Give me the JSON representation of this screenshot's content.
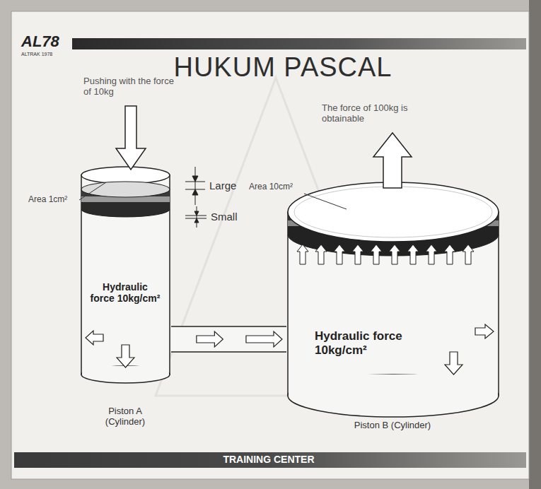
{
  "diagram": {
    "title": "HUKUM PASCAL",
    "nodes": [
      {
        "text": [
          "Hydraulic force 10kg/cm²",
          "Piston A (Cylinder)"
        ]
      },
      {
        "text": [
          "Hydraulic force 10kg/cm²",
          "Piston B (Cylinder)"
        ]
      }
    ],
    "edges": [
      {
        "from": 0,
        "to": 1,
        "arrow": "to"
      }
    ],
    "labels": [
      "AL78",
      "ALTRAK 1978",
      "Pushing with the force of 10kg",
      "The force of 100kg is obtainable",
      "Area 1cm²",
      "Area 10cm²",
      "Large",
      "Small",
      "TRAINING CENTER"
    ]
  }
}
